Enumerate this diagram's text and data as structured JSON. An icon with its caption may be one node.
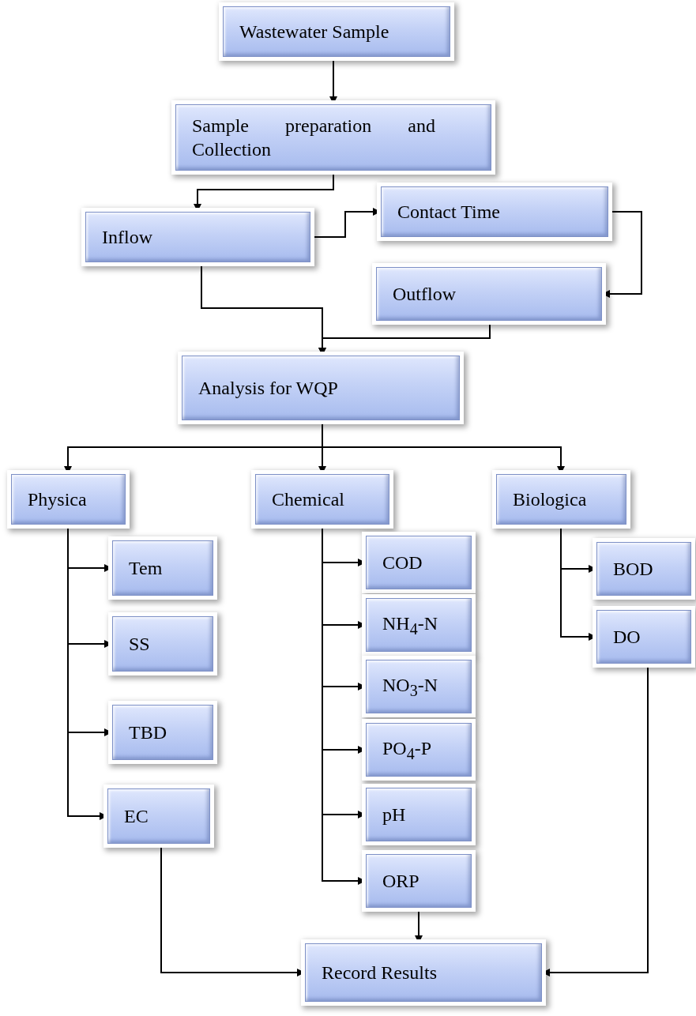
{
  "diagram": {
    "nodes": [
      {
        "text": [
          "Wastewater Sample"
        ]
      },
      {
        "text": [
          "Sample preparation and Collection"
        ]
      },
      {
        "text": [
          "Inflow"
        ]
      },
      {
        "text": [
          "Contact Time"
        ]
      },
      {
        "text": [
          "Outflow"
        ]
      },
      {
        "text": [
          "Analysis for WQP"
        ]
      },
      {
        "text": [
          "Physica"
        ]
      },
      {
        "text": [
          "Chemical"
        ]
      },
      {
        "text": [
          "Biologica"
        ]
      },
      {
        "text": [
          "Tem"
        ]
      },
      {
        "text": [
          "SS"
        ]
      },
      {
        "text": [
          "TBD"
        ]
      },
      {
        "text": [
          "EC"
        ]
      },
      {
        "text": [
          "COD"
        ]
      },
      {
        "text": [
          "NH$_{4}$-N"
        ]
      },
      {
        "text": [
          "NO$_{3}$-N"
        ]
      },
      {
        "text": [
          "PO$_{4}$-P"
        ]
      },
      {
        "text": [
          "pH"
        ]
      },
      {
        "text": [
          "ORP"
        ]
      },
      {
        "text": [
          "BOD"
        ]
      },
      {
        "text": [
          "DO"
        ]
      },
      {
        "text": [
          "Record Results"
        ]
      }
    ],
    "edges": [
      {
        "from": 0,
        "to": 1,
        "arrow": "to"
      },
      {
        "from": 1,
        "to": 2,
        "arrow": "to"
      },
      {
        "from": 2,
        "to": 3,
        "arrow": "to"
      },
      {
        "from": 3,
        "to": 4,
        "arrow": "to"
      },
      {
        "from": 2,
        "to": 5,
        "arrow": "to"
      },
      {
        "from": 4,
        "to": 5,
        "arrow": "to"
      },
      {
        "from": 5,
        "to": 6,
        "arrow": "to"
      },
      {
        "from": 5,
        "to": 7,
        "arrow": "to"
      },
      {
        "from": 5,
        "to": 8,
        "arrow": "to"
      },
      {
        "from": 6,
        "to": 9,
        "arrow": "to"
      },
      {
        "from": 6,
        "to": 10,
        "arrow": "to"
      },
      {
        "from": 6,
        "to": 11,
        "arrow": "to"
      },
      {
        "from": 6,
        "to": 12,
        "arrow": "to"
      },
      {
        "from": 7,
        "to": 13,
        "arrow": "to"
      },
      {
        "from": 7,
        "to": 14,
        "arrow": "to"
      },
      {
        "from": 7,
        "to": 15,
        "arrow": "to"
      },
      {
        "from": 7,
        "to": 16,
        "arrow": "to"
      },
      {
        "from": 7,
        "to": 17,
        "arrow": "to"
      },
      {
        "from": 7,
        "to": 18,
        "arrow": "to"
      },
      {
        "from": 8,
        "to": 19,
        "arrow": "to"
      },
      {
        "from": 8,
        "to": 20,
        "arrow": "to"
      },
      {
        "from": 12,
        "to": 21,
        "arrow": "to"
      },
      {
        "from": 18,
        "to": 21,
        "arrow": "to"
      },
      {
        "from": 20,
        "to": 21,
        "arrow": "to"
      }
    ]
  }
}
